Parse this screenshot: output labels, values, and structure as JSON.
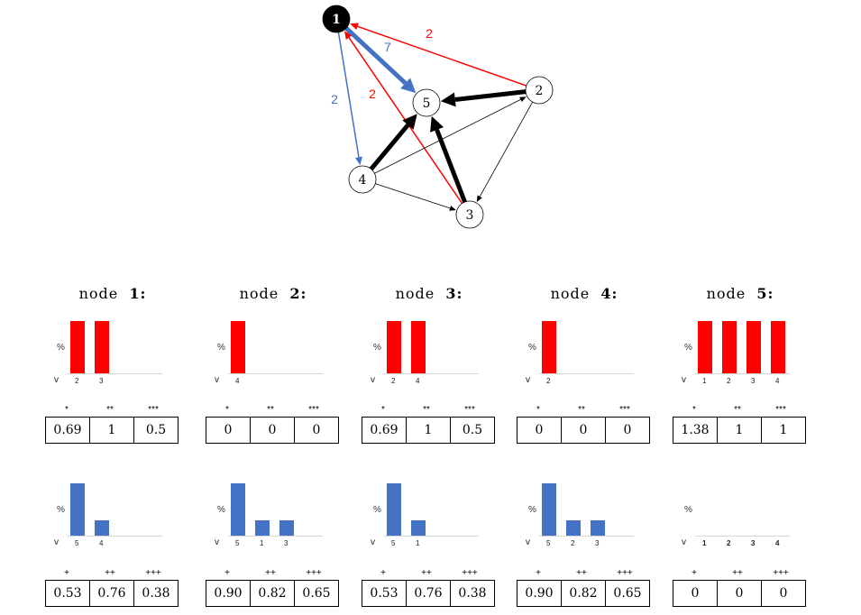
{
  "graph": {
    "nodes": [
      {
        "id": "1",
        "label": "1",
        "filled": true
      },
      {
        "id": "2",
        "label": "2",
        "filled": false
      },
      {
        "id": "3",
        "label": "3",
        "filled": false
      },
      {
        "id": "4",
        "label": "4",
        "filled": false
      },
      {
        "id": "5",
        "label": "5",
        "filled": false
      }
    ],
    "edges": [
      {
        "from": "1",
        "to": "5",
        "color": "#4472c4",
        "weight": "heavy",
        "label": "7"
      },
      {
        "from": "1",
        "to": "4",
        "color": "#4472c4",
        "weight": "thin",
        "label": "2"
      },
      {
        "from": "2",
        "to": "1",
        "color": "#ff0000",
        "weight": "thin",
        "label": "2"
      },
      {
        "from": "3",
        "to": "1",
        "color": "#ff0000",
        "weight": "thin",
        "label": "2"
      },
      {
        "from": "2",
        "to": "5",
        "color": "#000000",
        "weight": "heavy",
        "label": ""
      },
      {
        "from": "3",
        "to": "5",
        "color": "#000000",
        "weight": "heavy",
        "label": ""
      },
      {
        "from": "4",
        "to": "5",
        "color": "#000000",
        "weight": "heavy",
        "label": ""
      },
      {
        "from": "4",
        "to": "2",
        "color": "#000000",
        "weight": "hair",
        "label": ""
      },
      {
        "from": "2",
        "to": "3",
        "color": "#000000",
        "weight": "hair",
        "label": ""
      },
      {
        "from": "4",
        "to": "3",
        "color": "#000000",
        "weight": "hair",
        "label": ""
      }
    ]
  },
  "colors": {
    "red": "#ff0000",
    "blue": "#4472c4",
    "black": "#000000"
  },
  "y_symbol": "%",
  "x_symbol": "v",
  "top_headers": [
    "*",
    "**",
    "***"
  ],
  "bottom_headers": [
    "+",
    "++",
    "+++"
  ],
  "panels": [
    {
      "title_word": "node",
      "title_num": "1:",
      "top_chart": {
        "categories": [
          "2",
          "3"
        ],
        "values": [
          1,
          1
        ]
      },
      "top_values": [
        "0.69",
        "1",
        "0.5"
      ],
      "bottom_chart": {
        "categories": [
          "5",
          "4"
        ],
        "values": [
          1,
          0.3
        ]
      },
      "bottom_values": [
        "0.53",
        "0.76",
        "0.38"
      ]
    },
    {
      "title_word": "node",
      "title_num": "2:",
      "top_chart": {
        "categories": [
          "4"
        ],
        "values": [
          1
        ]
      },
      "top_values": [
        "0",
        "0",
        "0"
      ],
      "bottom_chart": {
        "categories": [
          "5",
          "1",
          "3"
        ],
        "values": [
          1,
          0.3,
          0.3
        ]
      },
      "bottom_values": [
        "0.90",
        "0.82",
        "0.65"
      ]
    },
    {
      "title_word": "node",
      "title_num": "3:",
      "top_chart": {
        "categories": [
          "2",
          "4"
        ],
        "values": [
          1,
          1
        ]
      },
      "top_values": [
        "0.69",
        "1",
        "0.5"
      ],
      "bottom_chart": {
        "categories": [
          "5",
          "1"
        ],
        "values": [
          1,
          0.3
        ]
      },
      "bottom_values": [
        "0.53",
        "0.76",
        "0.38"
      ]
    },
    {
      "title_word": "node",
      "title_num": "4:",
      "top_chart": {
        "categories": [
          "2"
        ],
        "values": [
          1
        ]
      },
      "top_values": [
        "0",
        "0",
        "0"
      ],
      "bottom_chart": {
        "categories": [
          "5",
          "2",
          "3"
        ],
        "values": [
          1,
          0.3,
          0.3
        ]
      },
      "bottom_values": [
        "0.90",
        "0.82",
        "0.65"
      ]
    },
    {
      "title_word": "node",
      "title_num": "5:",
      "top_chart": {
        "categories": [
          "1",
          "2",
          "3",
          "4"
        ],
        "values": [
          1,
          1,
          1,
          1
        ]
      },
      "top_values": [
        "1.38",
        "1",
        "1"
      ],
      "bottom_chart": {
        "categories": [
          "1",
          "2",
          "3",
          "4"
        ],
        "values": [
          0,
          0,
          0,
          0
        ]
      },
      "bottom_values": [
        "0",
        "0",
        "0"
      ]
    }
  ]
}
